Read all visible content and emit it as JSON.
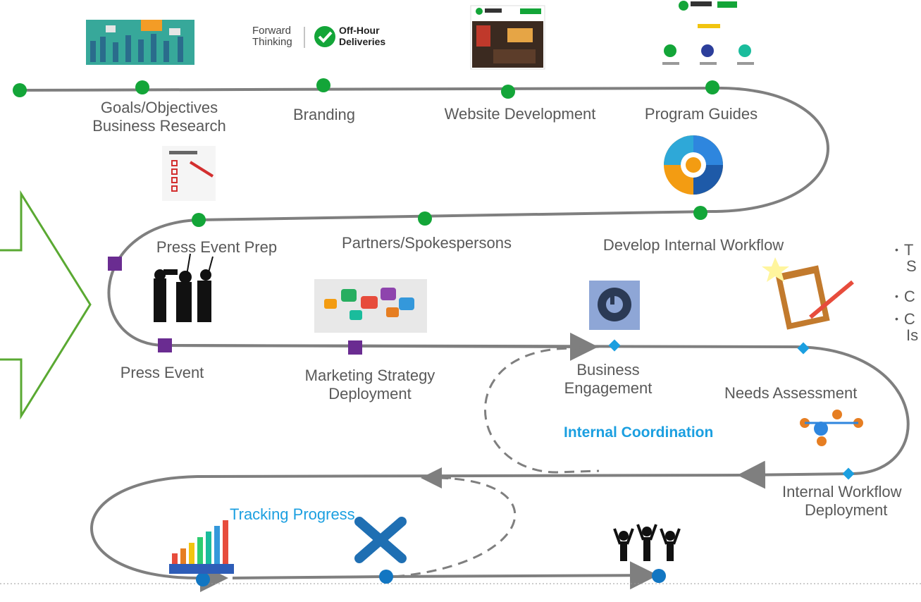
{
  "colors": {
    "path": "#7f7f7f",
    "phase1_marker": "#13a538",
    "phase2_marker": "#6a2c91",
    "phase3_marker": "#1b9fe0",
    "phase4_marker": "#1276c2",
    "arrow_outline": "#5aa932",
    "header_blue": "#1b9fe0"
  },
  "logo": {
    "forward_thinking": "Forward\nThinking",
    "off_hour": "Off-Hour\nDeliveries"
  },
  "milestones": {
    "goals": [
      "Goals/Objectives",
      "Business Research"
    ],
    "branding": "Branding",
    "website": "Website Development",
    "program_guides": "Program Guides",
    "press_prep": "Press Event Prep",
    "partners": "Partners/Spokespersons",
    "workflow_dev": "Develop Internal Workflow",
    "press_event": "Press Event",
    "marketing": [
      "Marketing Strategy",
      "Deployment"
    ],
    "engagement": [
      "Business",
      "Engagement"
    ],
    "needs": "Needs Assessment",
    "workflow_deploy": [
      "Internal Workflow",
      "Deployment"
    ]
  },
  "loops": {
    "internal_coordination": "Internal Coordination",
    "tracking": "Tracking Progress"
  },
  "bullets": [
    "T",
    "S",
    "C",
    "C",
    "Is"
  ],
  "icons": [
    "crowd-speech-bubbles-image",
    "website-screenshot-image",
    "toolkit-screenshot-image",
    "checklist-image",
    "workflow-cycle-icon",
    "camera-crew-icon",
    "social-media-icons-image",
    "headset-support-icon",
    "clipboard-icon",
    "network-people-icon",
    "progress-bars-icon",
    "tools-icon",
    "celebrating-people-icon"
  ]
}
